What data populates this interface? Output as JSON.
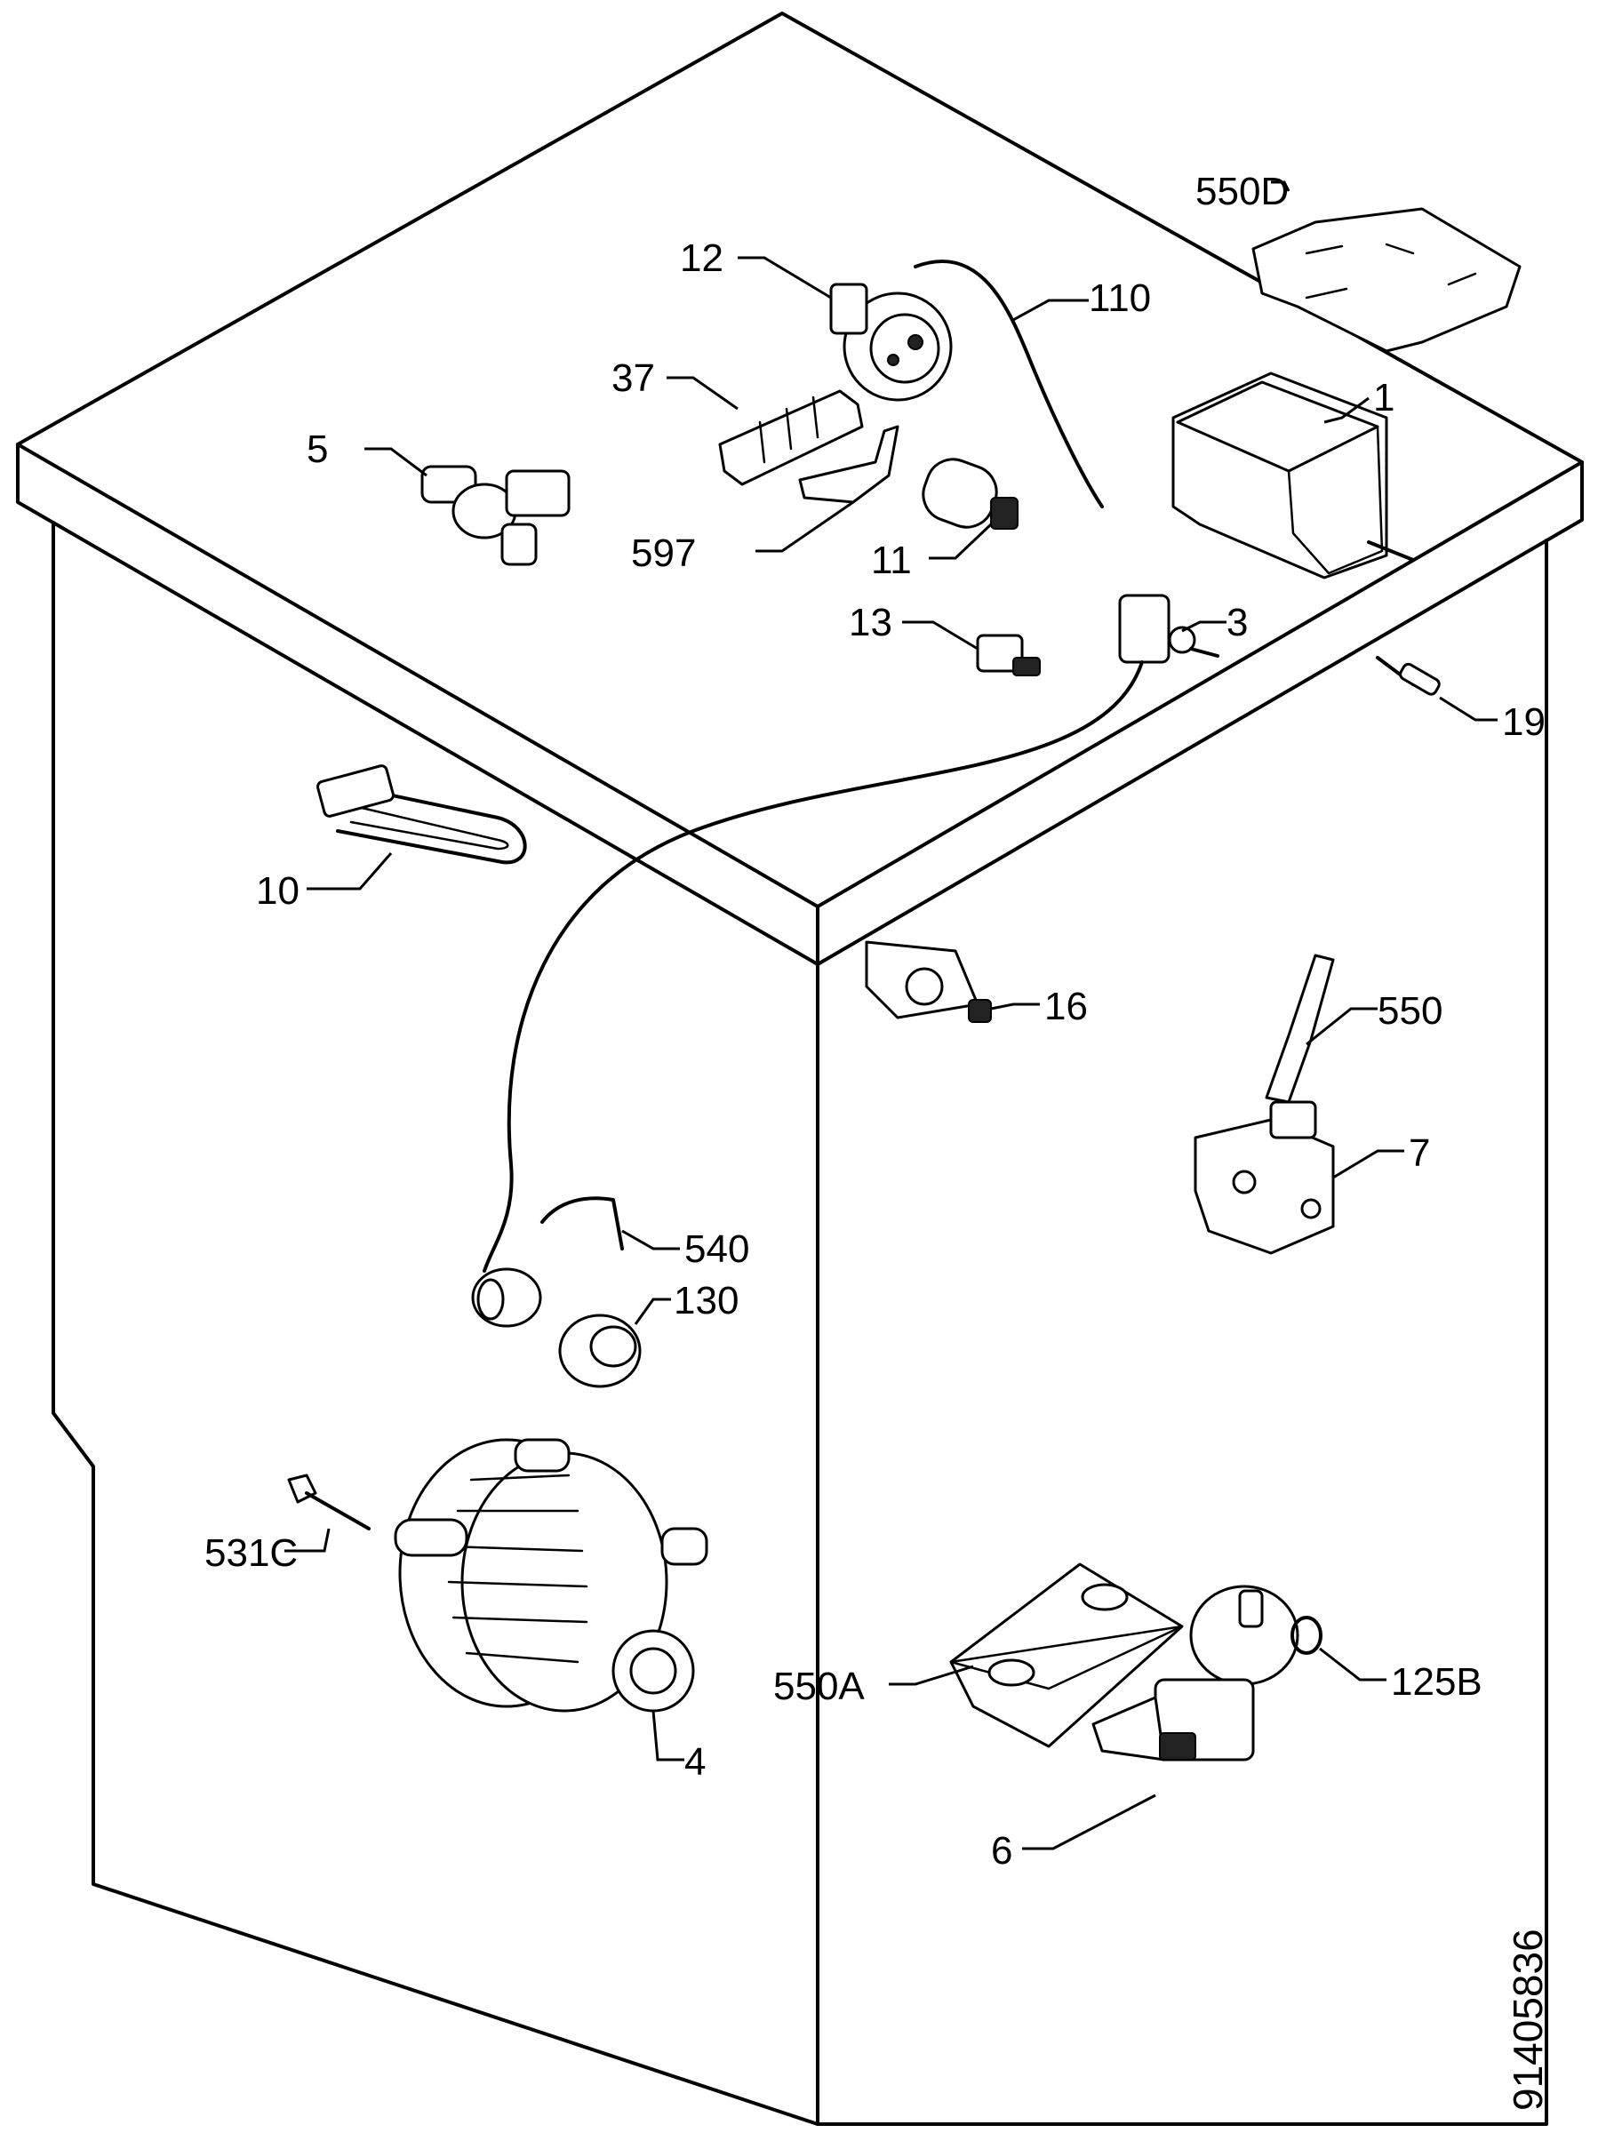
{
  "labels": {
    "p1": "1",
    "p3": "3",
    "p4": "4",
    "p5": "5",
    "p6": "6",
    "p7": "7",
    "p10": "10",
    "p11": "11",
    "p12": "12",
    "p13": "13",
    "p16": "16",
    "p19": "19",
    "p37": "37",
    "p110": "110",
    "p125b": "125B",
    "p130": "130",
    "p531c": "531C",
    "p540": "540",
    "p550": "550",
    "p550a": "550A",
    "p550d": "550D",
    "p597": "597"
  },
  "drawing_code": "91405836"
}
